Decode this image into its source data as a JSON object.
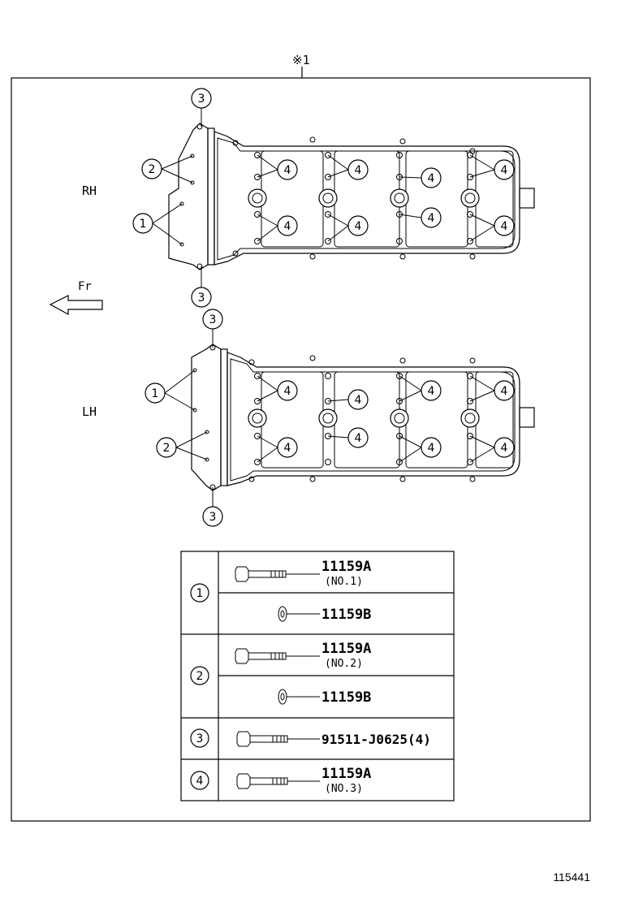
{
  "header": {
    "mark": "※1"
  },
  "banks": [
    {
      "id": "rh",
      "label": "RH"
    },
    {
      "id": "lh",
      "label": "LH"
    }
  ],
  "front_label": "Fr",
  "callouts": {
    "c1": "1",
    "c2": "2",
    "c3": "3",
    "c4": "4"
  },
  "parts_table": {
    "groups": [
      {
        "callout": "1",
        "rows": [
          {
            "part": "11159A",
            "note": "(NO.1)"
          },
          {
            "part": "11159B",
            "note": ""
          }
        ]
      },
      {
        "callout": "2",
        "rows": [
          {
            "part": "11159A",
            "note": "(NO.2)"
          },
          {
            "part": "11159B",
            "note": ""
          }
        ]
      },
      {
        "callout": "3",
        "rows": [
          {
            "part": "91511-J0625(4)",
            "note": ""
          }
        ]
      },
      {
        "callout": "4",
        "rows": [
          {
            "part": "11159A",
            "note": "(NO.3)"
          }
        ]
      }
    ]
  },
  "figure_id": "115441"
}
